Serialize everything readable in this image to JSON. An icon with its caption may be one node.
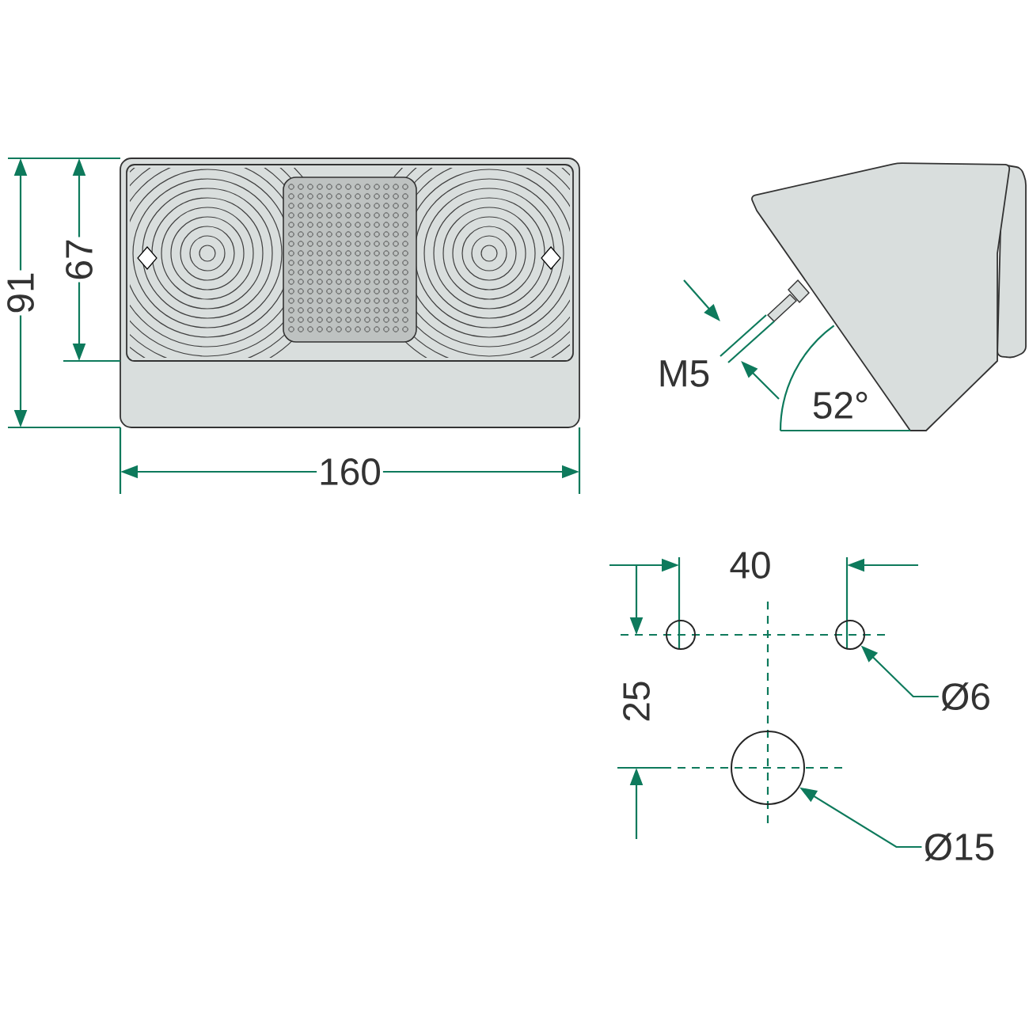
{
  "diagram": {
    "nodes": [
      {
        "text": [
          "Ø6"
        ]
      },
      {
        "text": [],
        "shape": "circle"
      },
      {
        "text": [],
        "shape": "circle"
      },
      {
        "text": [
          "Ø15"
        ]
      },
      {
        "text": [],
        "shape": "circle"
      }
    ],
    "edges": [
      {
        "from": 0,
        "to": 2,
        "arrow": "to"
      },
      {
        "from": 3,
        "to": 4,
        "arrow": "to"
      }
    ],
    "labels": [
      "91",
      "67",
      "160",
      "M5",
      "52°",
      "40",
      "25"
    ]
  }
}
